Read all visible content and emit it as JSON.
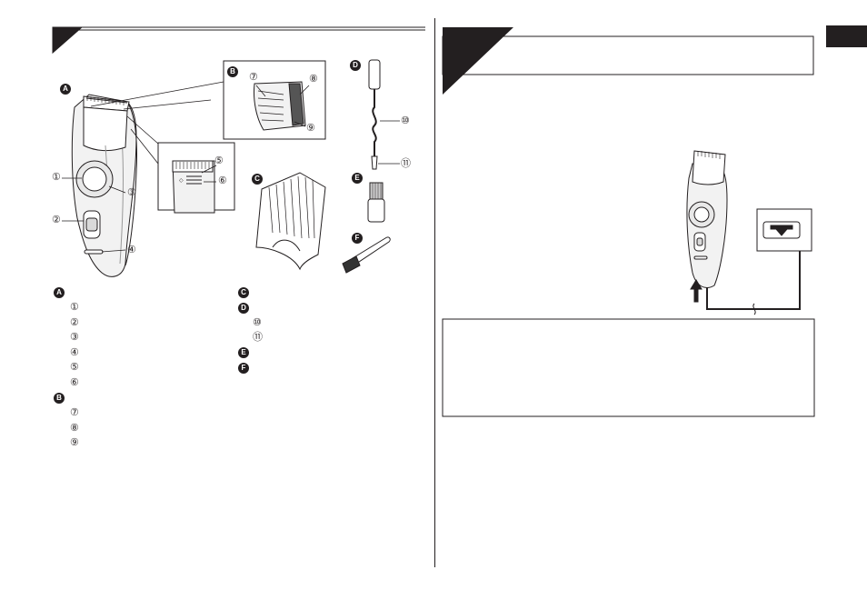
{
  "left_section": {
    "figure_labels": {
      "A": "A",
      "B": "B",
      "C": "C",
      "D": "D",
      "E": "E",
      "F": "F"
    },
    "callouts": {
      "c1": "①",
      "c2": "②",
      "c3": "③",
      "c4": "④",
      "c5": "⑤",
      "c6": "⑥",
      "c7": "⑦",
      "c8": "⑧",
      "c9": "⑨",
      "c10": "⑩",
      "c11": "⑪"
    },
    "legend": {
      "A": {
        "badge": "A",
        "items": [
          "①",
          "②",
          "③",
          "④",
          "⑤",
          "⑥"
        ]
      },
      "B": {
        "badge": "B",
        "items": [
          "⑦",
          "⑧",
          "⑨"
        ]
      },
      "C": {
        "badge": "C"
      },
      "D": {
        "badge": "D",
        "items": [
          "⑩",
          "⑪"
        ]
      },
      "E": {
        "badge": "E"
      },
      "F": {
        "badge": "F"
      }
    }
  },
  "colors": {
    "ink": "#231f20",
    "paper": "#ffffff",
    "gray": "#b0b0b0"
  }
}
